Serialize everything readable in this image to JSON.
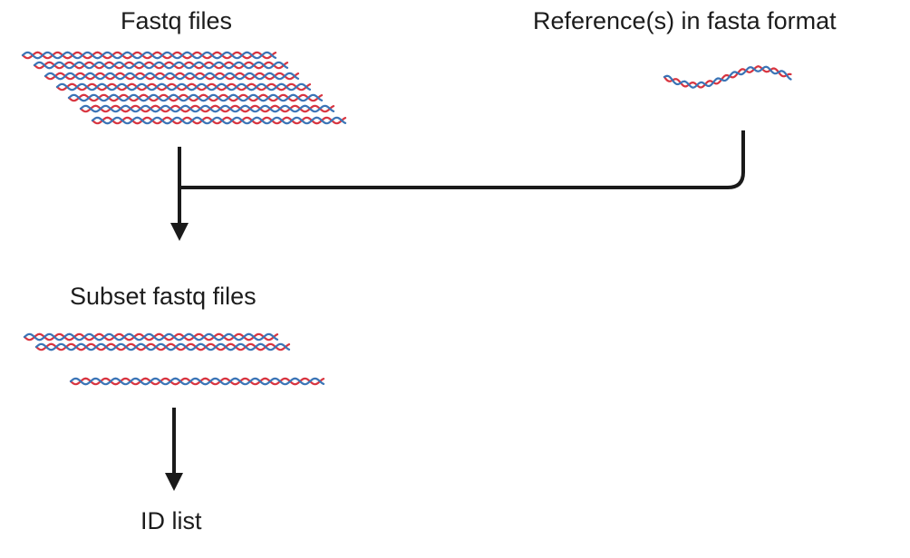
{
  "labels": {
    "fastq_files": "Fastq files",
    "reference": "Reference(s) in fasta format",
    "subset_fastq_files": "Subset fastq files",
    "id_list": "ID list"
  },
  "colors": {
    "strand_red": "#d8343f",
    "strand_blue": "#3a74b6",
    "arrow": "#1a1a1a"
  },
  "icons": {
    "read": "dna-read-icon",
    "reference": "dna-reference-icon"
  }
}
